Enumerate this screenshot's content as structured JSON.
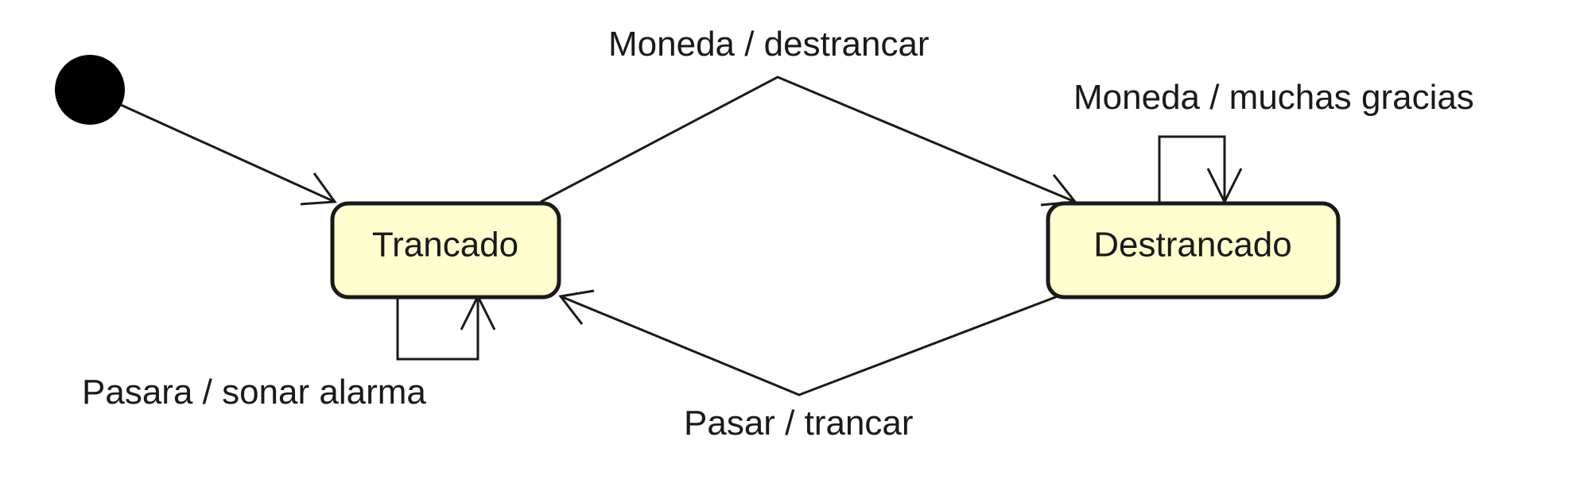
{
  "diagram": {
    "type": "uml-state-machine",
    "states": [
      {
        "id": "trancado",
        "label": "Trancado"
      },
      {
        "id": "destrancado",
        "label": "Destrancado"
      }
    ],
    "transitions": [
      {
        "id": "init",
        "from": "initial",
        "to": "trancado",
        "label": ""
      },
      {
        "id": "moneda-destrancar",
        "from": "trancado",
        "to": "destrancado",
        "label": "Moneda / destrancar"
      },
      {
        "id": "moneda-gracias",
        "from": "destrancado",
        "to": "destrancado",
        "label": "Moneda / muchas gracias"
      },
      {
        "id": "pasar-trancar",
        "from": "destrancado",
        "to": "trancado",
        "label": "Pasar / trancar"
      },
      {
        "id": "pasara-alarma",
        "from": "trancado",
        "to": "trancado",
        "label": "Pasara / sonar alarma"
      }
    ],
    "colors": {
      "state_fill": "#fefece",
      "stroke": "#1a1a1a",
      "initial_node": "#000000",
      "background": "#ffffff"
    }
  }
}
